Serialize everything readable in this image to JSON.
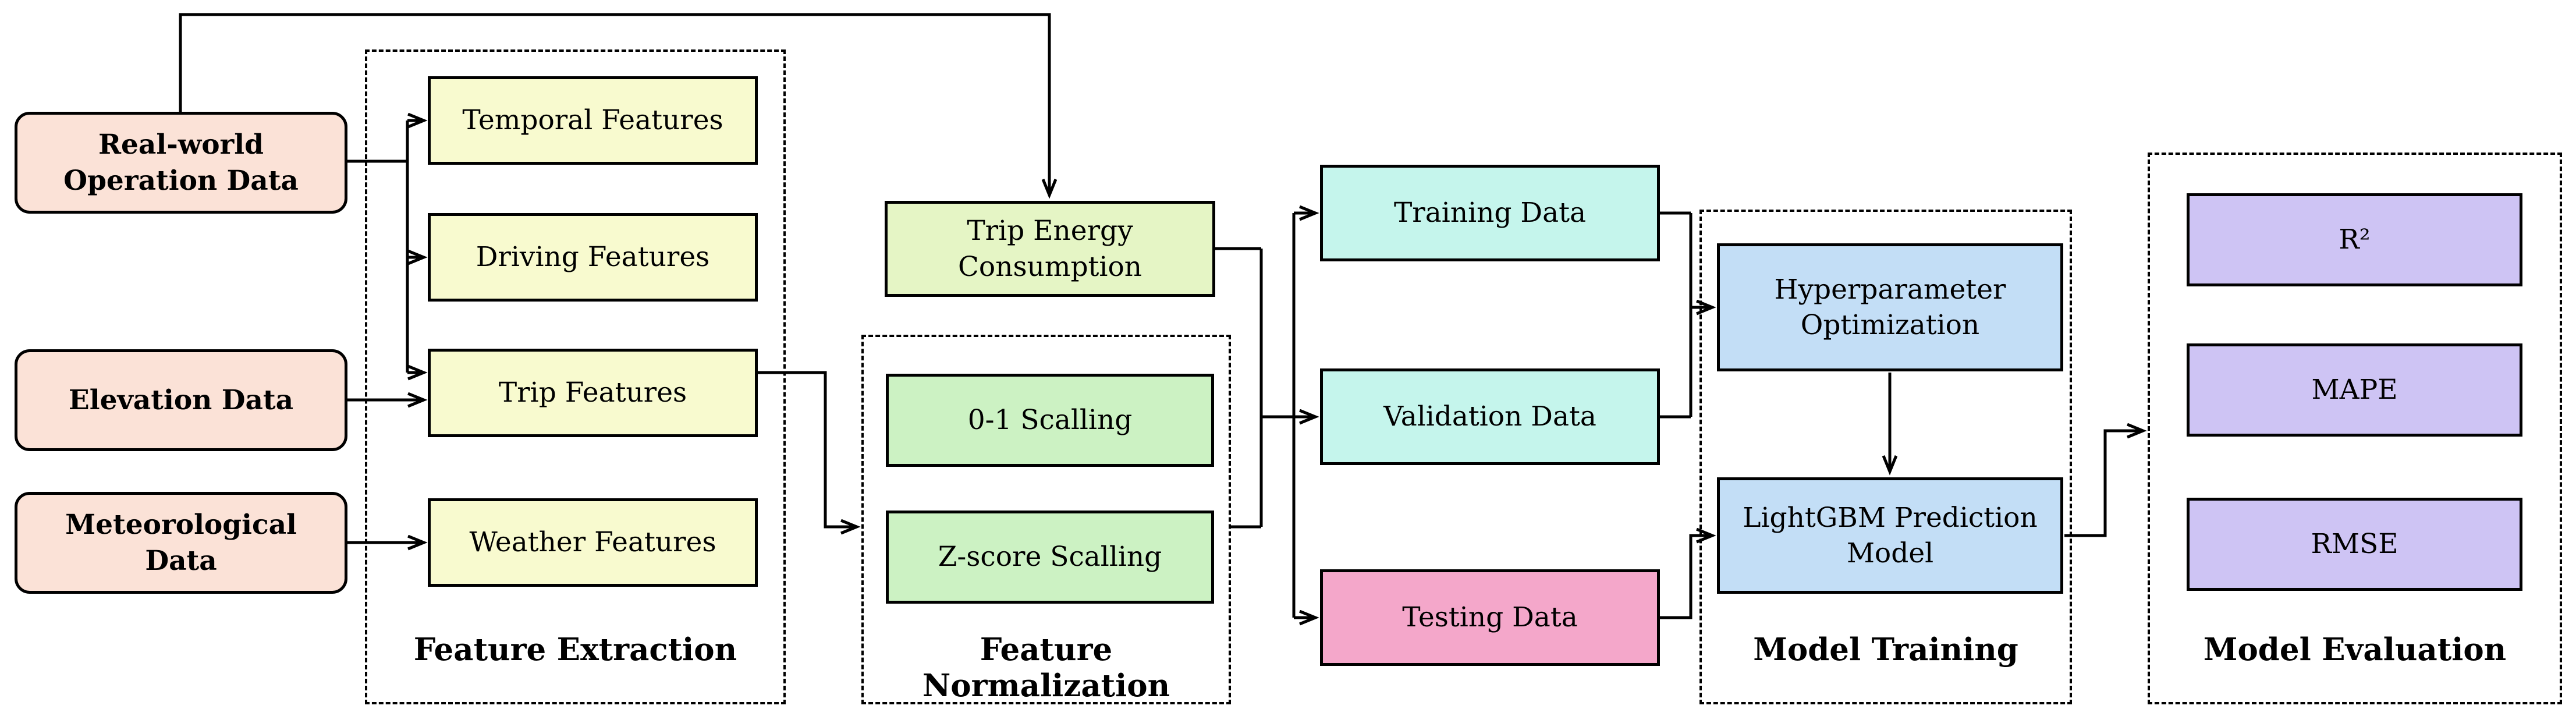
{
  "title": "LightGBM trip energy prediction pipeline flowchart",
  "colors": {
    "source_pink": "#fbe2d7",
    "feature_yellow": "#f8facf",
    "energy_green": "#e5f5c5",
    "scaling_green": "#ccf2c3",
    "data_cyan": "#c5f5ec",
    "testing_pink": "#f4a7ca",
    "model_blue": "#c3def6",
    "metric_purple": "#cec4f4",
    "line": "#000000"
  },
  "sources": {
    "real_world": "Real-world Operation Data",
    "elevation": "Elevation Data",
    "meteorological": "Meteorological Data"
  },
  "feature_extraction": {
    "label": "Feature Extraction",
    "items": [
      "Temporal Features",
      "Driving Features",
      "Trip Features",
      "Weather Features"
    ]
  },
  "trip_energy": "Trip Energy Consumption",
  "feature_normalization": {
    "label": "Feature Normalization",
    "items": [
      "0-1 Scalling",
      "Z-score Scalling"
    ]
  },
  "datasets": {
    "training": "Training Data",
    "validation": "Validation Data",
    "testing": "Testing Data"
  },
  "model_training": {
    "label": "Model Training",
    "items": [
      "Hyperparameter Optimization",
      "LightGBM Prediction Model"
    ]
  },
  "model_evaluation": {
    "label": "Model Evaluation",
    "items": [
      "R²",
      "MAPE",
      "RMSE"
    ]
  }
}
